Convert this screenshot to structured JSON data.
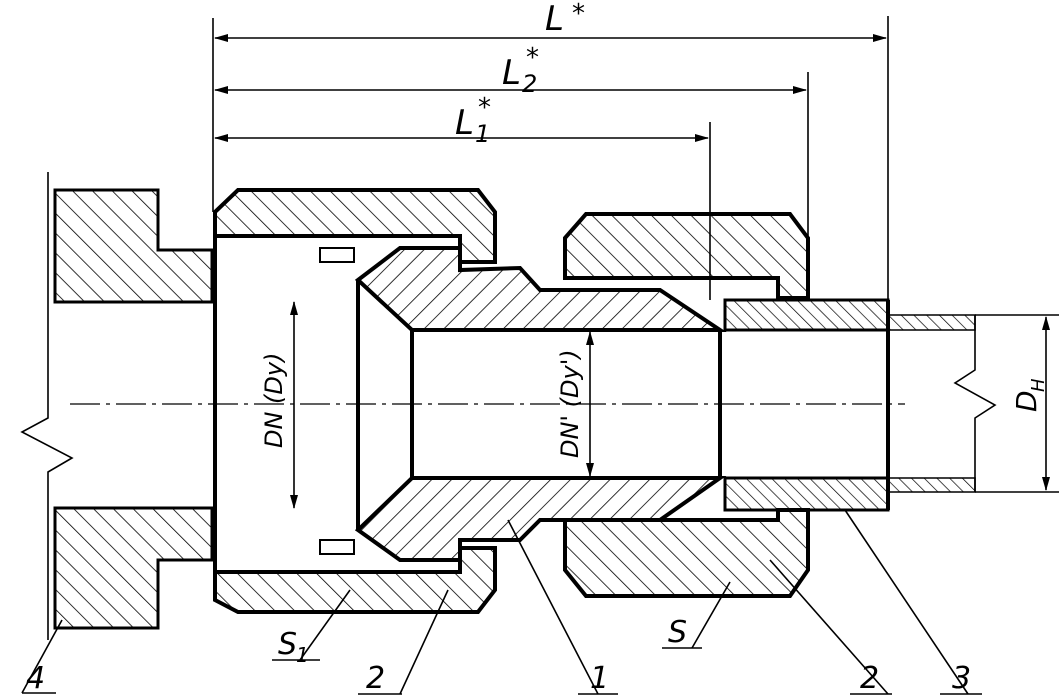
{
  "dimensions": {
    "L": "L",
    "L2": "L",
    "L2_sub": "2",
    "L1": "L",
    "L1_sub": "1",
    "star": "*",
    "DN": "DN (Dy)",
    "DN_prime": "DN' (Dy')",
    "DH": "D",
    "DH_sub": "H"
  },
  "callouts": {
    "s1": "S",
    "s1_sub": "1",
    "two_left": "2",
    "one": "1",
    "s": "S",
    "two_right": "2",
    "three": "3",
    "four": "4"
  },
  "colors": {
    "line": "#000000",
    "background": "#ffffff"
  }
}
